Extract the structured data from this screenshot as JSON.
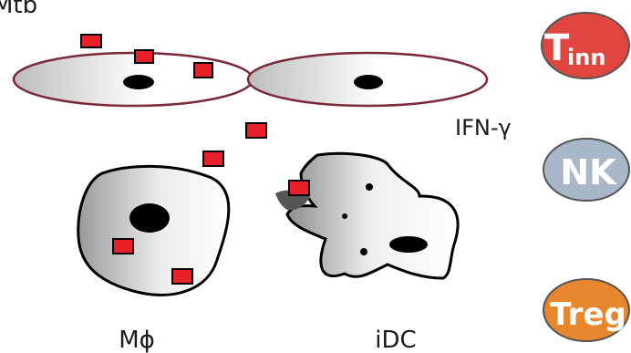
{
  "labels": {
    "top_left_fragment": "Mtb",
    "cytokine": "IFN-γ",
    "macrophage": "Mϕ",
    "dendritic_cell": "iDC"
  },
  "badges": {
    "t_inn": {
      "main": "T",
      "subscript": "inn",
      "color": "#e0463f"
    },
    "nk": {
      "text": "NK",
      "color": "#a9b8c8"
    },
    "treg": {
      "text": "Treg",
      "color": "#e8862e"
    }
  },
  "colors": {
    "bacterium_outline": "#7a2a3a",
    "antigen_fill": "#e8202a",
    "cell_outline": "#000000",
    "nucleus": "#000000"
  },
  "icons": {
    "bacterium": "rod-shaped-bacterium",
    "antigen": "red-square-antigen",
    "macrophage": "macrophage-cell",
    "dendritic": "dendritic-cell"
  }
}
